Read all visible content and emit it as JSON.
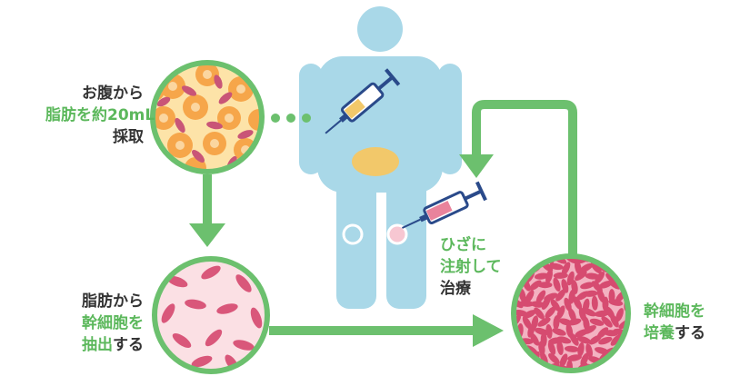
{
  "colors": {
    "arrow": "#6cc06e",
    "body": "#a9d8e8",
    "text": "#333333",
    "accent_text": "#5cb85c",
    "fat_cell": "#f6a64a",
    "stem_cell": "#d9577a"
  },
  "step1": {
    "line1": "お腹から",
    "line2": "脂肪を約20mL",
    "line3": "採取"
  },
  "step2": {
    "line1": "脂肪から",
    "line2": "幹細胞を",
    "line3_green": "抽出",
    "line3_rest": "する"
  },
  "step3": {
    "line1": "幹細胞を",
    "line2_green": "培養",
    "line2_rest": "する"
  },
  "step4": {
    "line1": "ひざに",
    "line2": "注射して",
    "line3": "治療"
  },
  "icons": [
    "human-figure-icon",
    "syringe-icon",
    "fat-tissue-circle",
    "stem-cell-circle",
    "cultured-cell-circle"
  ]
}
